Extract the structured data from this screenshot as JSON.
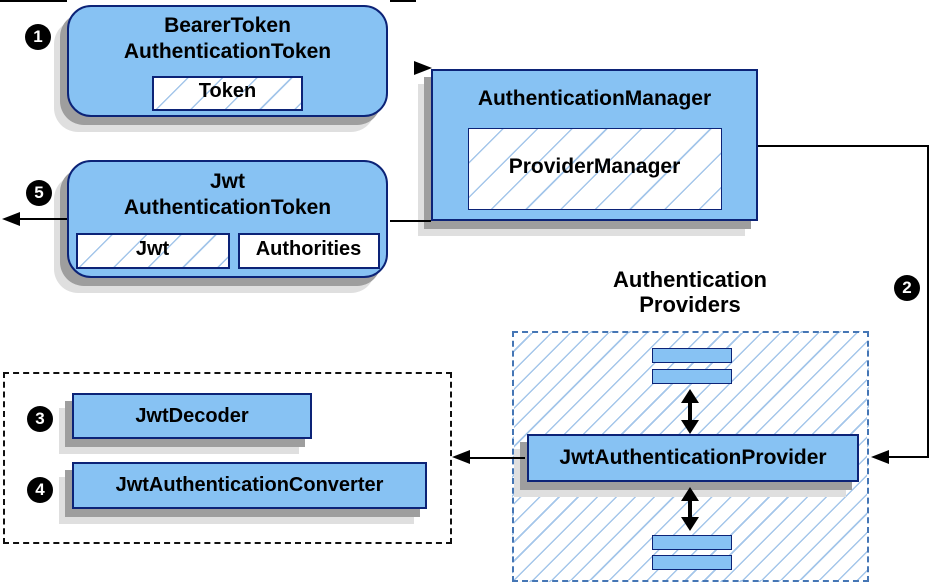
{
  "colors": {
    "node_fill": "#87C2F3",
    "node_border": "#0C2377",
    "hatch": "#A4C6EA",
    "dashed_blue": "#4576B5",
    "arrow": "#000000",
    "shadow_dark": "#9E9E9E",
    "shadow_light": "#DFDFDF",
    "badge_bg": "#000000",
    "badge_text": "#FFFFFF"
  },
  "badges": {
    "step1": "1",
    "step2": "2",
    "step3": "3",
    "step4": "4",
    "step5": "5"
  },
  "nodes": {
    "bearer_token": {
      "title_line1": "BearerToken",
      "title_line2": "AuthenticationToken",
      "field": "Token"
    },
    "authentication_manager": {
      "title": "AuthenticationManager",
      "implementation": "ProviderManager"
    },
    "jwt_authentication_token": {
      "title_line1": "Jwt",
      "title_line2": "AuthenticationToken",
      "field1": "Jwt",
      "field2": "Authorities"
    },
    "providers_group": {
      "label_line1": "Authentication",
      "label_line2": "Providers"
    },
    "jwt_authentication_provider": {
      "label": "JwtAuthenticationProvider"
    },
    "jwt_decoder": {
      "label": "JwtDecoder"
    },
    "jwt_authentication_converter": {
      "label": "JwtAuthenticationConverter"
    }
  }
}
